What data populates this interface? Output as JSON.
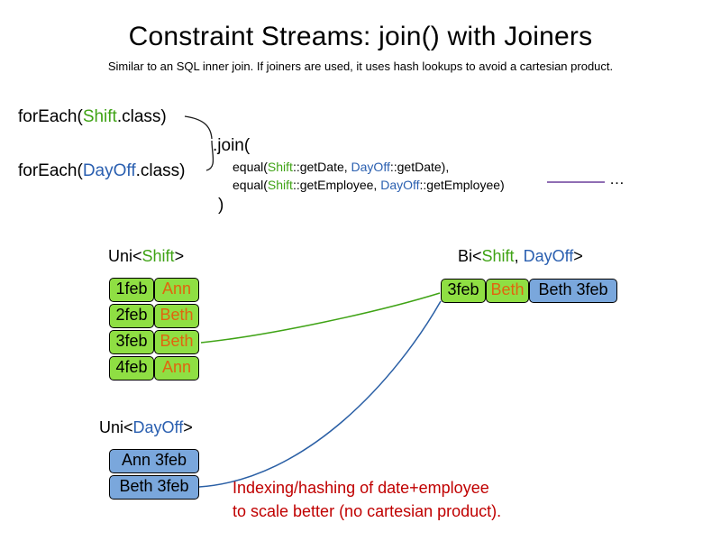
{
  "title": "Constraint Streams: join() with Joiners",
  "subtitle": "Similar to an SQL inner join. If joiners are used, it uses hash lookups to avoid a cartesian product.",
  "colors": {
    "shift_green": "#3fa315",
    "dayoff_blue": "#2a5fb0",
    "employee_orange": "#e0650f",
    "green_cell_bg": "#8fdf43",
    "blue_cell_bg": "#7aa7dc",
    "note_red": "#c00000",
    "connector_green": "#3fa315",
    "connector_blue": "#2a5fa5",
    "connector_purple": "#6a3d9a"
  },
  "code": {
    "foreach_shift": {
      "fn": "forEach(",
      "cls": "Shift",
      "suffix": ".class)"
    },
    "foreach_dayoff": {
      "fn": "forEach(",
      "cls": "DayOff",
      "suffix": ".class)"
    },
    "join_open": ".join(",
    "join_close": ")",
    "equal_date": {
      "fn": "equal(",
      "left_cls": "Shift",
      "left_rest": "::getDate, ",
      "right_cls": "DayOff",
      "right_rest": "::getDate),"
    },
    "equal_employee": {
      "fn": "equal(",
      "left_cls": "Shift",
      "left_rest": "::getEmployee, ",
      "right_cls": "DayOff",
      "right_rest": "::getEmployee)"
    },
    "ellipsis": "…"
  },
  "uni_shift": {
    "label_pre": "Uni<",
    "label_cls": "Shift",
    "label_post": ">",
    "rows": [
      {
        "date": "1feb",
        "employee": "Ann"
      },
      {
        "date": "2feb",
        "employee": "Beth"
      },
      {
        "date": "3feb",
        "employee": "Beth"
      },
      {
        "date": "4feb",
        "employee": "Ann"
      }
    ]
  },
  "uni_dayoff": {
    "label_pre": "Uni<",
    "label_cls": "DayOff",
    "label_post": ">",
    "rows": [
      {
        "value": "Ann 3feb"
      },
      {
        "value": "Beth 3feb"
      }
    ]
  },
  "bi": {
    "label_pre": "Bi<",
    "label_shift": "Shift",
    "label_sep": ", ",
    "label_dayoff": "DayOff",
    "label_post": ">",
    "row": {
      "date": "3feb",
      "employee": "Beth",
      "dayoff": "Beth 3feb"
    }
  },
  "note": {
    "line1": "Indexing/hashing of date+employee",
    "line2": "to scale better (no cartesian product)."
  }
}
